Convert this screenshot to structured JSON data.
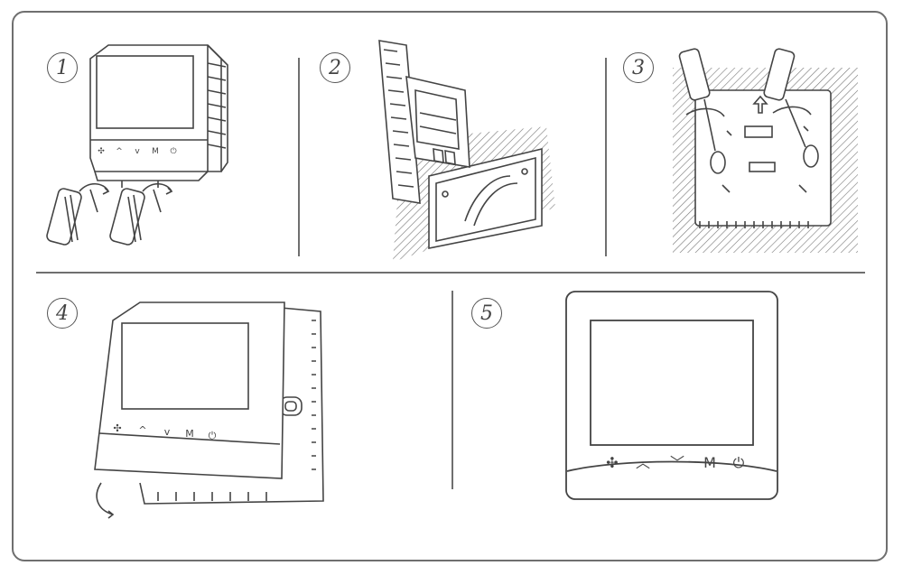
{
  "steps": [
    {
      "number": "1"
    },
    {
      "number": "2"
    },
    {
      "number": "3"
    },
    {
      "number": "4"
    },
    {
      "number": "5"
    }
  ],
  "device": {
    "buttons": [
      {
        "name": "fan-icon",
        "glyph": "✣"
      },
      {
        "name": "arrow-up-icon",
        "glyph": "︿"
      },
      {
        "name": "arrow-down-icon",
        "glyph": "﹀"
      },
      {
        "name": "mode-button",
        "glyph": "M"
      },
      {
        "name": "power-icon",
        "glyph": "⏻"
      }
    ]
  },
  "colors": {
    "line": "#444444",
    "frame": "#6f6f6f",
    "hatch": "#777777"
  }
}
